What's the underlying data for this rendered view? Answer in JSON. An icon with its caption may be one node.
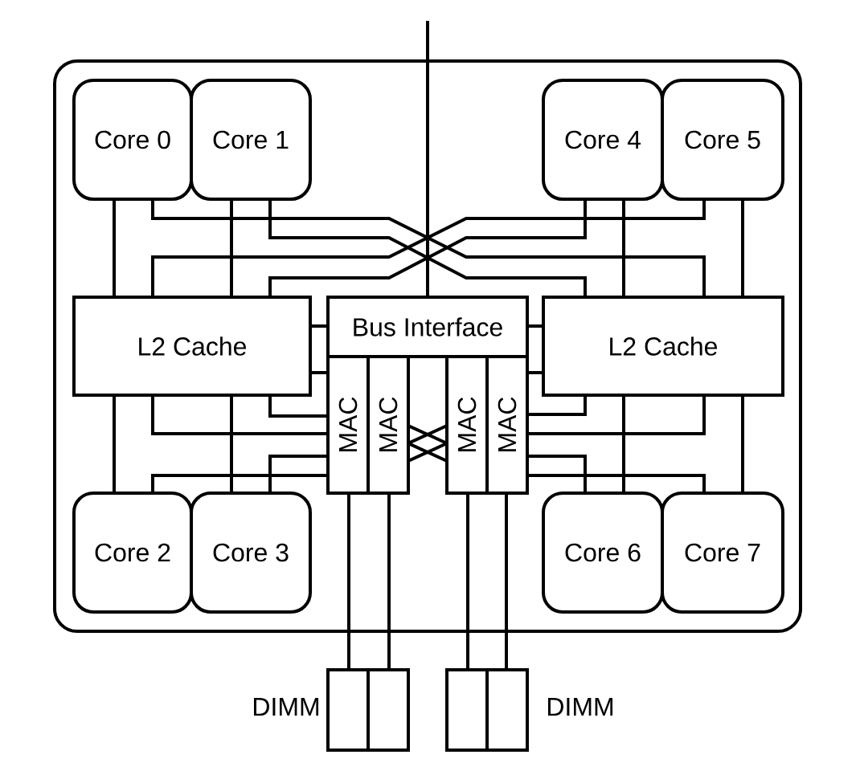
{
  "diagram": {
    "nodes": [
      {
        "text": [],
        "shape": "box"
      },
      {
        "text": [
          "Core 0"
        ],
        "in": 0
      },
      {
        "text": [
          "Core 1"
        ],
        "in": 0
      },
      {
        "text": [
          "Core 4"
        ],
        "in": 0
      },
      {
        "text": [
          "Core 5"
        ],
        "in": 0
      },
      {
        "text": [
          "L2 Cache"
        ],
        "in": 0
      },
      {
        "text": [
          "Bus Interface"
        ],
        "in": 0
      },
      {
        "text": [
          "L2 Cache"
        ],
        "in": 0
      },
      {
        "text": [
          "MAC"
        ],
        "in": 0
      },
      {
        "text": [
          "MAC"
        ],
        "in": 0
      },
      {
        "text": [
          "MAC"
        ],
        "in": 0
      },
      {
        "text": [
          "MAC"
        ],
        "in": 0
      },
      {
        "text": [
          "Core 2"
        ],
        "in": 0
      },
      {
        "text": [
          "Core 3"
        ],
        "in": 0
      },
      {
        "text": [
          "Core 6"
        ],
        "in": 0
      },
      {
        "text": [
          "Core 7"
        ],
        "in": 0
      },
      {
        "text": [],
        "shape": "box"
      },
      {
        "text": [],
        "shape": "box"
      },
      {
        "text": [],
        "shape": "box"
      },
      {
        "text": [],
        "shape": "box"
      }
    ],
    "edges": [
      {
        "from": null,
        "to": 6,
        "arrow": "none"
      },
      {
        "from": 1,
        "to": 5,
        "arrow": "none"
      },
      {
        "from": 1,
        "to": 7,
        "arrow": "none"
      },
      {
        "from": 2,
        "to": 5,
        "arrow": "none"
      },
      {
        "from": 2,
        "to": 7,
        "arrow": "none"
      },
      {
        "from": 3,
        "to": 7,
        "arrow": "none"
      },
      {
        "from": 3,
        "to": 5,
        "arrow": "none"
      },
      {
        "from": 4,
        "to": 7,
        "arrow": "none"
      },
      {
        "from": 4,
        "to": 5,
        "arrow": "none"
      },
      {
        "from": 5,
        "to": 6,
        "arrow": "none"
      },
      {
        "from": 6,
        "to": 7,
        "arrow": "none"
      },
      {
        "from": 5,
        "to": 8,
        "arrow": "none"
      },
      {
        "from": 11,
        "to": 7,
        "arrow": "none"
      },
      {
        "from": 5,
        "to": 8,
        "arrow": "none"
      },
      {
        "from": 5,
        "to": 8,
        "arrow": "none"
      },
      {
        "from": 5,
        "to": 12,
        "arrow": "none"
      },
      {
        "from": 5,
        "to": 13,
        "arrow": "none"
      },
      {
        "from": 13,
        "to": 8,
        "arrow": "none"
      },
      {
        "from": 12,
        "to": 8,
        "arrow": "none"
      },
      {
        "from": 7,
        "to": 11,
        "arrow": "none"
      },
      {
        "from": 7,
        "to": 11,
        "arrow": "none"
      },
      {
        "from": 7,
        "to": 14,
        "arrow": "none"
      },
      {
        "from": 7,
        "to": 15,
        "arrow": "none"
      },
      {
        "from": 14,
        "to": 11,
        "arrow": "none"
      },
      {
        "from": 15,
        "to": 11,
        "arrow": "none"
      },
      {
        "from": 9,
        "to": 10,
        "arrow": "none"
      },
      {
        "from": 9,
        "to": 10,
        "arrow": "none"
      },
      {
        "from": 9,
        "to": 10,
        "arrow": "none"
      },
      {
        "from": 9,
        "to": 10,
        "arrow": "none"
      },
      {
        "from": 8,
        "to": 16,
        "arrow": "none"
      },
      {
        "from": 9,
        "to": 17,
        "arrow": "none"
      },
      {
        "from": 10,
        "to": 18,
        "arrow": "none"
      },
      {
        "from": 11,
        "to": 19,
        "arrow": "none"
      }
    ],
    "labels": [
      "DIMM",
      "DIMM"
    ]
  }
}
